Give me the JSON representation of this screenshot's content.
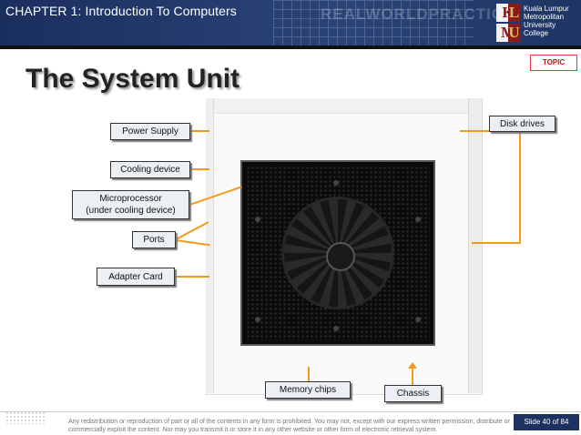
{
  "header": {
    "chapter": "CHAPTER 1: Introduction To Computers",
    "watermark": "REALWORLDPRACTICE",
    "logo": {
      "letters": [
        "K",
        "L",
        "M",
        "U"
      ],
      "lines": [
        "Kuala Lumpur",
        "Metropolitan",
        "University",
        "College"
      ]
    }
  },
  "slide": {
    "title": "The System Unit",
    "topic_button": "TOPIC"
  },
  "labels": {
    "power_supply": "Power Supply",
    "cooling_device": "Cooling device",
    "microprocessor_line1": "Microprocessor",
    "microprocessor_line2": "(under cooling device)",
    "ports": "Ports",
    "adapter_card": "Adapter Card",
    "disk_drives": "Disk drives",
    "memory_chips": "Memory chips",
    "chassis": "Chassis"
  },
  "footer": {
    "disclaimer": "Any redistribution or reproduction of part or all of the contents in any form is prohibited. You may not, except with our express written permission, distribute or commercially exploit the content. Nor may you transmit it or store it in any other website or other form of electronic retrieval system.",
    "slide_number": "Slide 40 of 84"
  },
  "colors": {
    "header": "#1b2f5e",
    "connector": "#f29a1e",
    "topic": "#cc1111"
  }
}
